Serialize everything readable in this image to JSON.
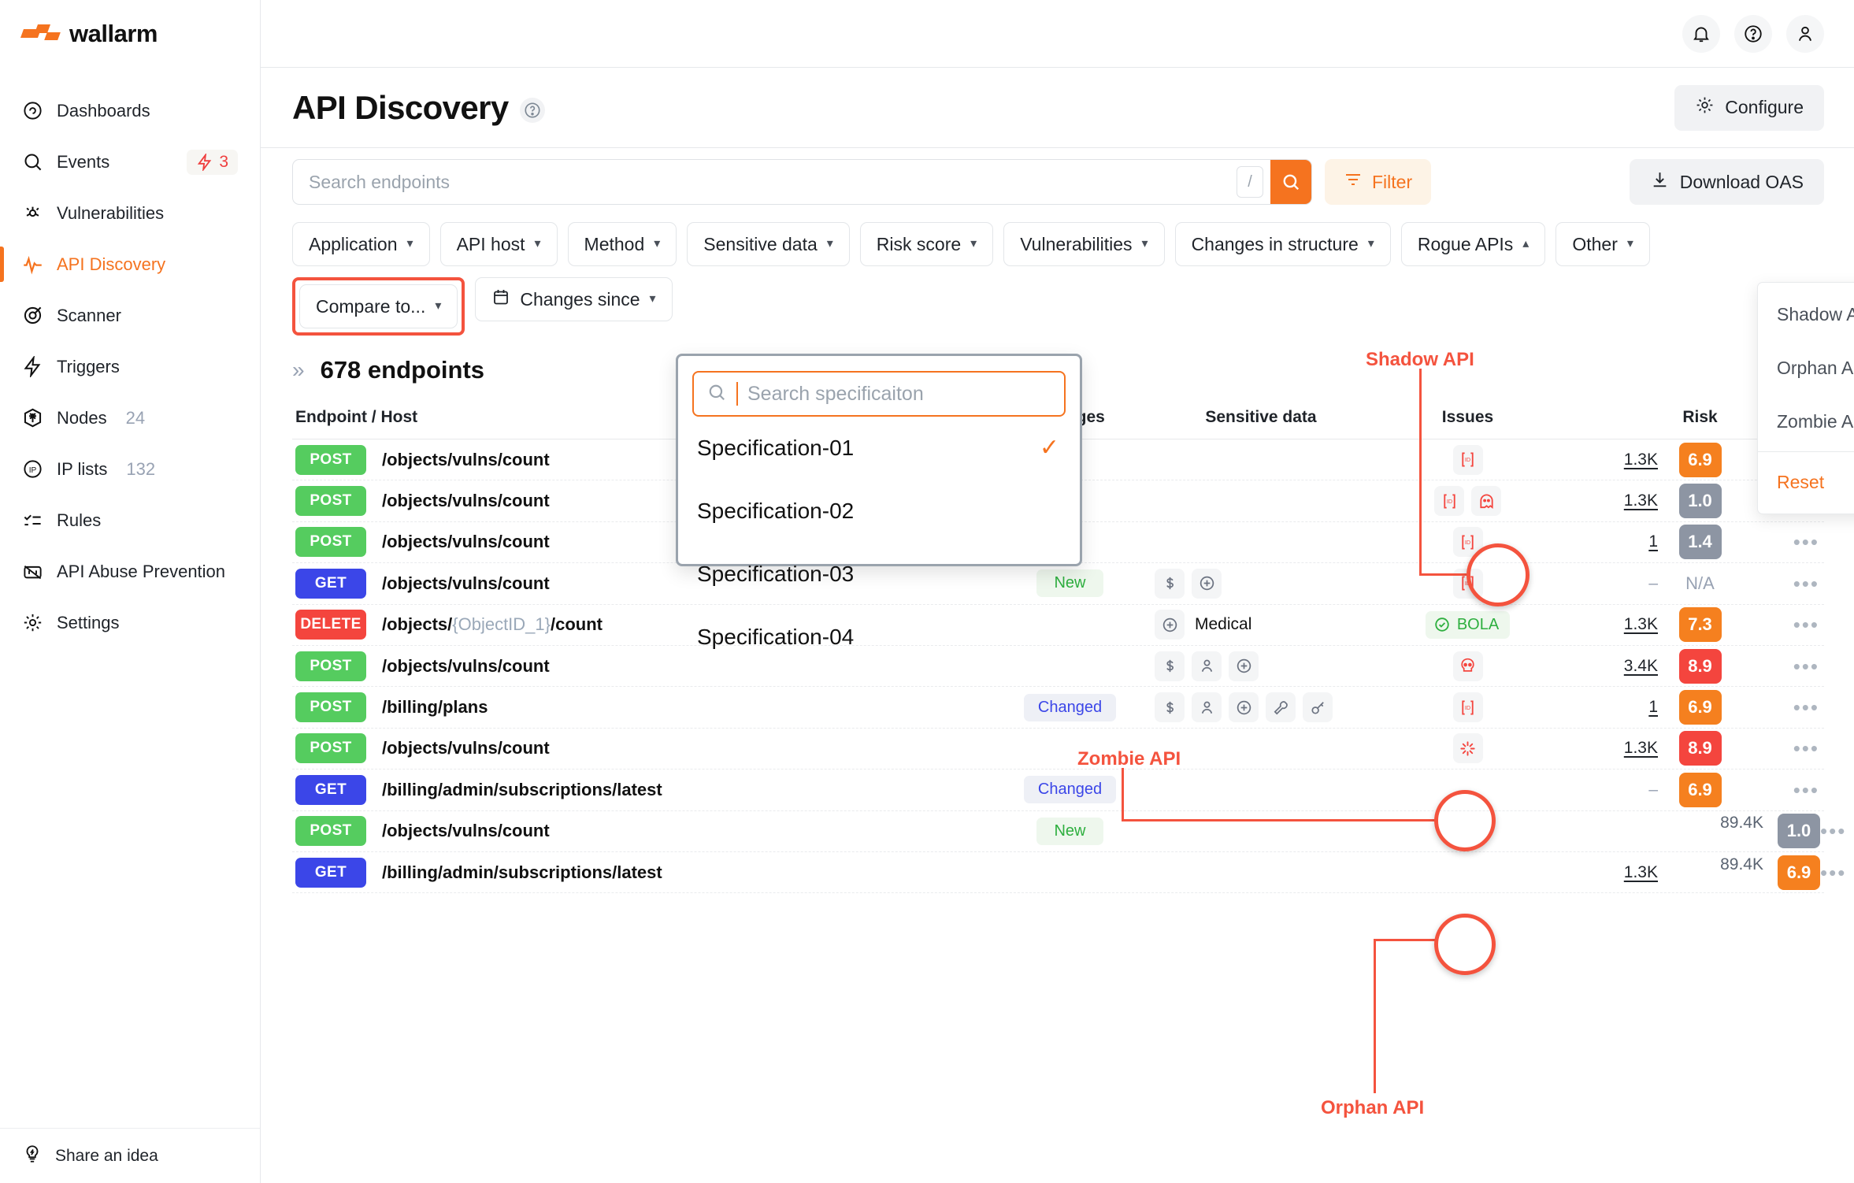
{
  "brand": {
    "name": "wallarm"
  },
  "sidebar": {
    "items": [
      {
        "label": "Dashboards",
        "icon": "dashboard-icon",
        "count": null,
        "badge": null,
        "active": false
      },
      {
        "label": "Events",
        "icon": "search-icon",
        "count": null,
        "badge": "3",
        "active": false
      },
      {
        "label": "Vulnerabilities",
        "icon": "bug-icon",
        "count": null,
        "badge": null,
        "active": false
      },
      {
        "label": "API Discovery",
        "icon": "pulse-icon",
        "count": null,
        "badge": null,
        "active": true
      },
      {
        "label": "Scanner",
        "icon": "scanner-icon",
        "count": null,
        "badge": null,
        "active": false
      },
      {
        "label": "Triggers",
        "icon": "bolt-icon",
        "count": null,
        "badge": null,
        "active": false
      },
      {
        "label": "Nodes",
        "icon": "nodes-icon",
        "count": "24",
        "badge": null,
        "active": false
      },
      {
        "label": "IP lists",
        "icon": "ip-icon",
        "count": "132",
        "badge": null,
        "active": false
      },
      {
        "label": "Rules",
        "icon": "rules-icon",
        "count": null,
        "badge": null,
        "active": false
      },
      {
        "label": "API Abuse Prevention",
        "icon": "abuse-icon",
        "count": null,
        "badge": null,
        "active": false
      },
      {
        "label": "Settings",
        "icon": "gear-icon",
        "count": null,
        "badge": null,
        "active": false
      }
    ],
    "footer": {
      "label": "Share an idea",
      "icon": "lightbulb-icon"
    }
  },
  "topbar": {
    "icons": [
      "bell-icon",
      "help-circle-icon",
      "user-icon"
    ]
  },
  "header": {
    "title": "API Discovery",
    "help_icon": "question-circle-icon",
    "configure_label": "Configure",
    "configure_icon": "gear-icon"
  },
  "search": {
    "placeholder": "Search endpoints",
    "value": "",
    "shortcut_key": "/",
    "submit_icon": "search-icon",
    "filter_label": "Filter",
    "filter_icon": "filter-icon",
    "download_label": "Download OAS",
    "download_icon": "download-icon"
  },
  "filters": {
    "row1": [
      {
        "label": "Application",
        "state": "closed"
      },
      {
        "label": "API host",
        "state": "closed"
      },
      {
        "label": "Method",
        "state": "closed"
      },
      {
        "label": "Sensitive data",
        "state": "closed"
      },
      {
        "label": "Risk score",
        "state": "closed"
      },
      {
        "label": "Vulnerabilities",
        "state": "closed"
      },
      {
        "label": "Changes in structure",
        "state": "closed"
      },
      {
        "label": "Rogue APIs",
        "state": "open"
      },
      {
        "label": "Other",
        "state": "closed"
      }
    ],
    "row2": [
      {
        "label": "Compare to...",
        "icon": null,
        "highlighted": true
      },
      {
        "label": "Changes since",
        "icon": "calendar-icon",
        "highlighted": false
      }
    ]
  },
  "rogue_menu": {
    "items": [
      "Shadow APIs",
      "Orphan APIs",
      "Zombie APIs"
    ],
    "reset_label": "Reset"
  },
  "spec_dropdown": {
    "search_placeholder": "Search specificaiton",
    "search_value": "",
    "search_icon": "search-icon",
    "items": [
      {
        "label": "Specification-01",
        "selected": true
      },
      {
        "label": "Specification-02",
        "selected": false
      },
      {
        "label": "Specification-03",
        "selected": false
      },
      {
        "label": "Specification-04",
        "selected": false
      }
    ]
  },
  "endpoints": {
    "collapse_icon": "chevron-right-double-icon",
    "count_label": "678 endpoints",
    "columns": [
      "Endpoint / Host",
      "Changes",
      "Sensitive data",
      "Issues",
      "",
      "Risk",
      ""
    ],
    "rows": [
      {
        "method": "POST",
        "path": "/objects/vulns/count",
        "changes": "",
        "sensitive": [],
        "sensitive_label": "",
        "issues": [
          "id-icon"
        ],
        "bola": false,
        "requests": "1.3K",
        "requests_underline": true,
        "hits": "",
        "risk": "6.9",
        "risk_level": "med"
      },
      {
        "method": "POST",
        "path": "/objects/vulns/count",
        "changes": "",
        "sensitive": [],
        "sensitive_label": "",
        "issues": [
          "id-icon",
          "ghost-icon"
        ],
        "bola": false,
        "requests": "1.3K",
        "requests_underline": true,
        "hits": "",
        "risk": "1.0",
        "risk_level": "low"
      },
      {
        "method": "POST",
        "path": "/objects/vulns/count",
        "changes": "",
        "sensitive": [],
        "sensitive_label": "",
        "issues": [
          "id-icon"
        ],
        "bola": false,
        "requests": "1",
        "requests_underline": true,
        "hits": "",
        "risk": "1.4",
        "risk_level": "low"
      },
      {
        "method": "GET",
        "path": "/objects/vulns/count",
        "changes": "New",
        "sensitive": [
          "dollar-icon",
          "medical-icon"
        ],
        "sensitive_label": "",
        "issues": [
          "id-icon"
        ],
        "bola": false,
        "requests": "–",
        "requests_underline": false,
        "hits": "",
        "risk": "N/A",
        "risk_level": "na"
      },
      {
        "method": "DELETE",
        "path": "/objects/{ObjectID_1}/count",
        "path_param": "{ObjectID_1}",
        "changes": "",
        "sensitive": [
          "medical-icon"
        ],
        "sensitive_label": "Medical",
        "issues": [],
        "bola": true,
        "bola_label": "BOLA",
        "requests": "1.3K",
        "requests_underline": true,
        "hits": "",
        "risk": "7.3",
        "risk_level": "med"
      },
      {
        "method": "POST",
        "path": "/objects/vulns/count",
        "changes": "",
        "sensitive": [
          "dollar-icon",
          "person-icon",
          "medical-icon"
        ],
        "sensitive_label": "",
        "issues": [
          "skull-icon"
        ],
        "bola": false,
        "requests": "3.4K",
        "requests_underline": true,
        "hits": "",
        "risk": "8.9",
        "risk_level": "high"
      },
      {
        "method": "POST",
        "path": "/billing/plans",
        "changes": "Changed",
        "sensitive": [
          "dollar-icon",
          "person-icon",
          "medical-icon",
          "wrench-icon",
          "key-icon"
        ],
        "sensitive_label": "",
        "issues": [
          "id-icon"
        ],
        "bola": false,
        "requests": "1",
        "requests_underline": true,
        "hits": "",
        "risk": "6.9",
        "risk_level": "med"
      },
      {
        "method": "POST",
        "path": "/objects/vulns/count",
        "changes": "",
        "sensitive": [],
        "sensitive_label": "",
        "issues": [
          "orphan-icon"
        ],
        "bola": false,
        "requests": "1.3K",
        "requests_underline": true,
        "hits": "",
        "risk": "8.9",
        "risk_level": "high"
      },
      {
        "method": "GET",
        "path": "/billing/admin/subscriptions/latest",
        "changes": "Changed",
        "sensitive": [],
        "sensitive_label": "",
        "issues": [],
        "bola": false,
        "requests": "–",
        "requests_underline": false,
        "hits": "",
        "risk": "6.9",
        "risk_level": "med"
      },
      {
        "method": "POST",
        "path": "/objects/vulns/count",
        "changes": "New",
        "sensitive": [],
        "sensitive_label": "",
        "issues": [],
        "bola": false,
        "requests": "",
        "requests_underline": false,
        "hits": "89.4K",
        "risk": "1.0",
        "risk_level": "low"
      },
      {
        "method": "GET",
        "path": "/billing/admin/subscriptions/latest",
        "changes": "",
        "sensitive": [],
        "sensitive_label": "",
        "issues": [],
        "bola": false,
        "requests": "1.3K",
        "requests_underline": true,
        "hits": "89.4K",
        "risk": "6.9",
        "risk_level": "med"
      }
    ]
  },
  "annotations": [
    {
      "label": "Shadow API",
      "target": "ghost-icon-row-2"
    },
    {
      "label": "Zombie API",
      "target": "skull-icon-row-6"
    },
    {
      "label": "Orphan API",
      "target": "orphan-icon-row-8"
    }
  ],
  "colors": {
    "brand_orange": "#f5731f",
    "annotation_red": "#f4533e",
    "risk_high": "#f4453e",
    "risk_med": "#f5801f",
    "risk_low": "#8d95a3",
    "method_post": "#55cc5f",
    "method_get": "#3b46e8",
    "method_delete": "#f4453e"
  }
}
